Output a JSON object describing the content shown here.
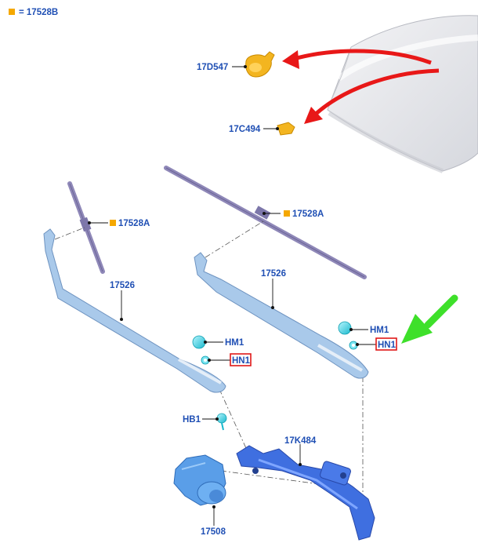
{
  "legend": {
    "marker_color": "#f5a800",
    "text": "= 17528B"
  },
  "labels": {
    "washer_jet_large": "17D547",
    "washer_jet_small": "17C494",
    "blade_left": "17528A",
    "blade_right": "17528A",
    "arm_left": "17526",
    "arm_right": "17526",
    "hm1_left": "HM1",
    "hn1_left": "HN1",
    "hm1_right": "HM1",
    "hn1_right": "HN1",
    "hb1": "HB1",
    "linkage": "17K484",
    "motor": "17508"
  },
  "colors": {
    "callout_text": "#1f4fb4",
    "square_marker": "#f5a800",
    "highlight_box": "#e01818",
    "arrow_red": "#e81818",
    "arrow_green": "#3ee02a",
    "nut_cap": "#3cd6e6",
    "arm": "#a9c9ea",
    "blade": "#8f88b8",
    "linkage": "#3f6fe0",
    "motor": "#5a9ee8",
    "jet": "#f3b520"
  },
  "icons": [
    "windshield-image",
    "washer-jet-image",
    "wiper-blade-image",
    "wiper-arm-image",
    "nut-cap-image",
    "linkage-image",
    "motor-image",
    "red-arrow-icon",
    "green-arrow-icon"
  ]
}
